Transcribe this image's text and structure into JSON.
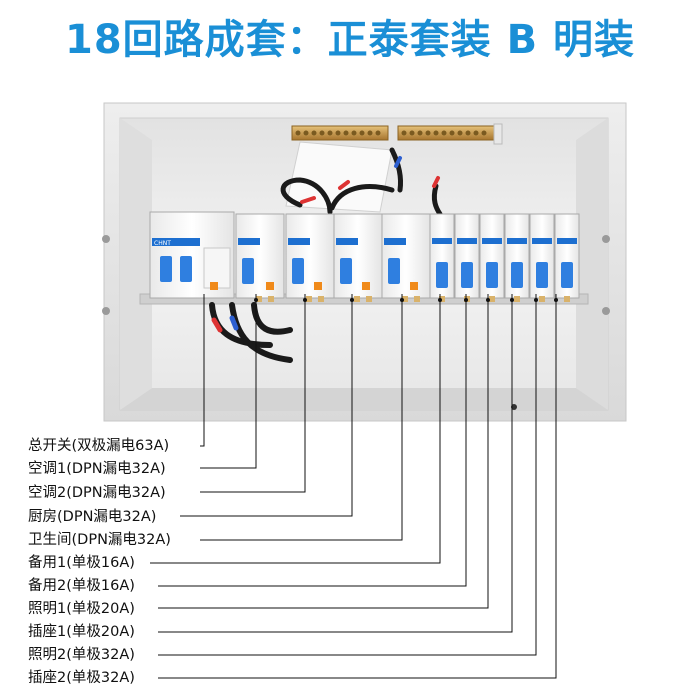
{
  "title": "18回路成套：正泰套装 B 明装",
  "brand_text": "CHNT",
  "labels": [
    "总开关(双极漏电63A)",
    "空调1(DPN漏电32A)",
    "空调2(DPN漏电32A)",
    "厨房(DPN漏电32A)",
    "卫生间(DPN漏电32A)",
    "备用1(单极16A)",
    "备用2(单极16A)",
    "照明1(单极20A)",
    "插座1(单极20A)",
    "照明2(单极32A)",
    "插座2(单极32A)"
  ],
  "colors": {
    "title": "#1a8fd6",
    "handle": "#2f7fe0",
    "indicator": "#f08a1a",
    "box": "#f4f4f4"
  }
}
